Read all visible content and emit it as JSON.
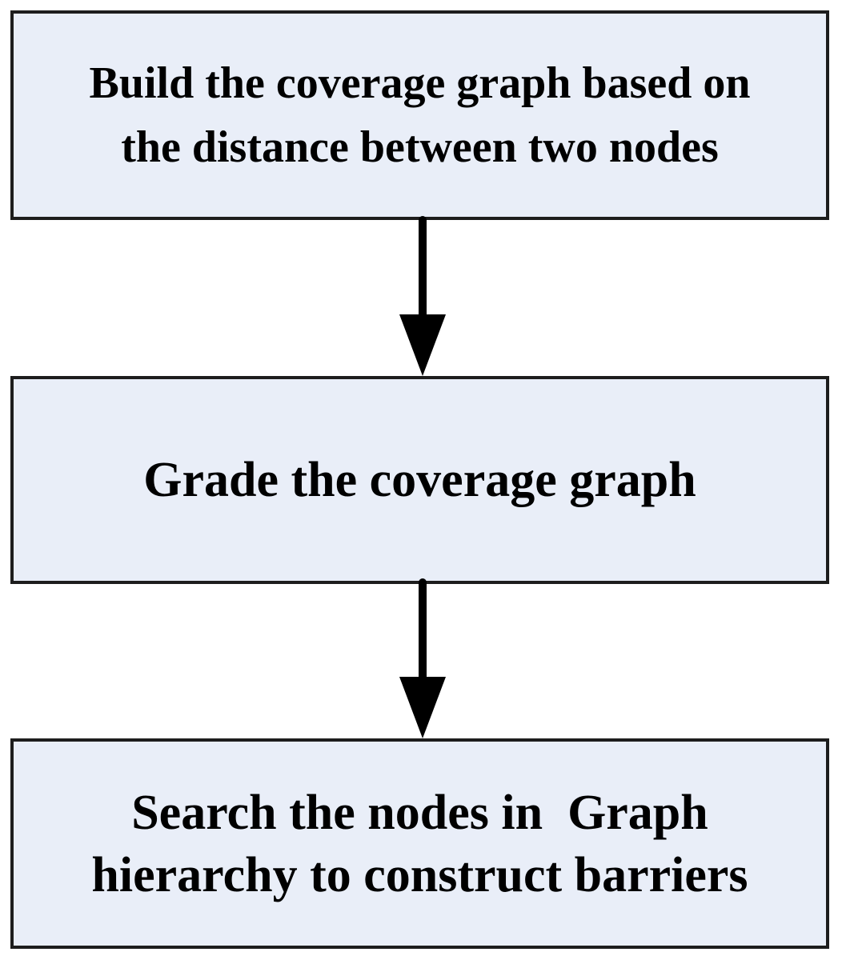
{
  "diagram": {
    "type": "flowchart",
    "steps": [
      {
        "label": "Build the coverage graph based on the distance between two nodes",
        "lines": [
          "Build the coverage graph based on",
          "the distance between two nodes"
        ]
      },
      {
        "label": "Grade the coverage graph",
        "lines": [
          "Grade the coverage graph"
        ]
      },
      {
        "label": "Search the nodes in  Graph hierarchy to construct barriers",
        "lines": [
          "Search the nodes in  Graph",
          "hierarchy to construct barriers"
        ]
      }
    ],
    "connectors": [
      {
        "from": 1,
        "to": 2,
        "shape": "down-arrow"
      },
      {
        "from": 2,
        "to": 3,
        "shape": "down-arrow"
      }
    ],
    "colors": {
      "background": "#ffffff",
      "box_fill": "#e9eef8",
      "box_border": "#1d1d1d",
      "arrow": "#000000",
      "text": "#000000"
    }
  }
}
